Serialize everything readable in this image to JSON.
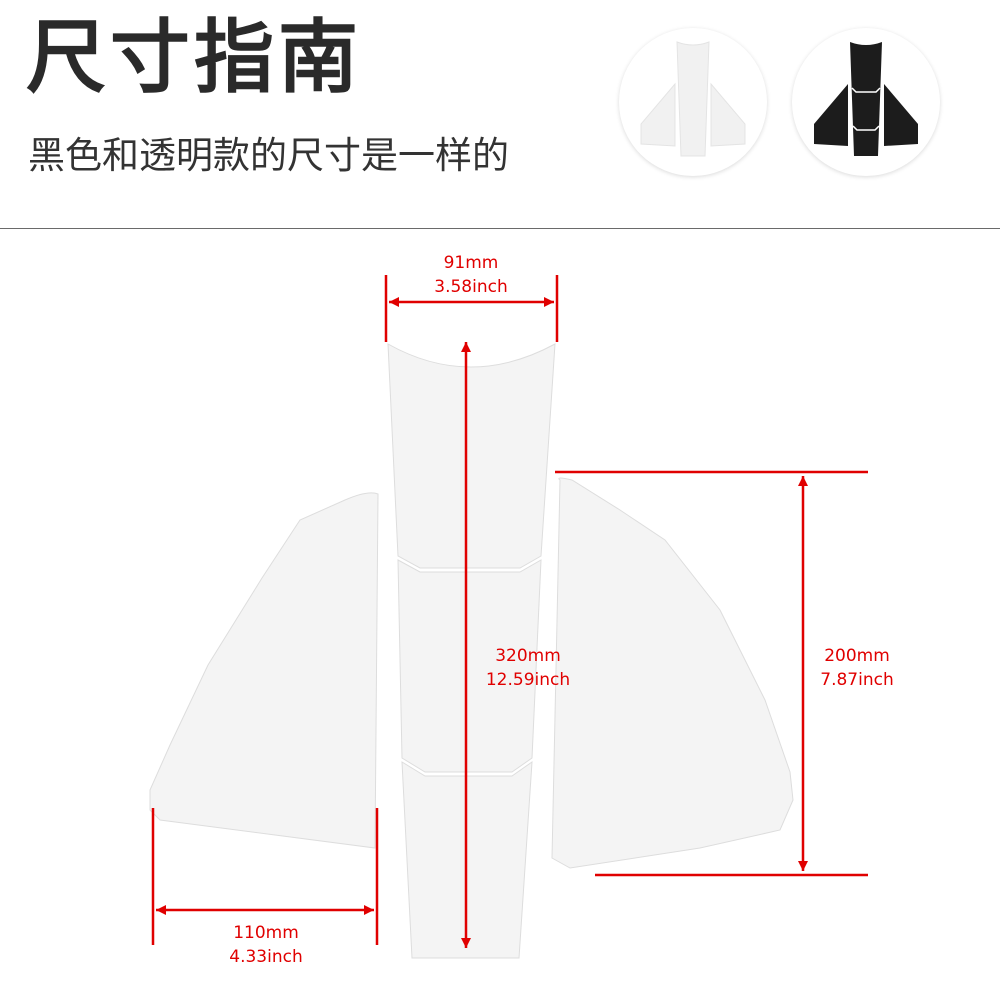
{
  "header": {
    "title": "尺寸指南",
    "subtitle": "黑色和透明款的尺寸是一样的"
  },
  "thumbnails": [
    {
      "variant": "transparent",
      "color": "#f1f1f1"
    },
    {
      "variant": "black",
      "color": "#1c1c1c"
    }
  ],
  "dimensions": {
    "center_width": {
      "mm": "91mm",
      "inch": "3.58inch"
    },
    "center_length": {
      "mm": "320mm",
      "inch": "12.59inch"
    },
    "side_height": {
      "mm": "200mm",
      "inch": "7.87inch"
    },
    "side_width": {
      "mm": "110mm",
      "inch": "4.33inch"
    }
  },
  "colors": {
    "dimension_line": "#e00000",
    "pad_fill": "#f4f4f4",
    "pad_stroke": "#dddddd"
  }
}
